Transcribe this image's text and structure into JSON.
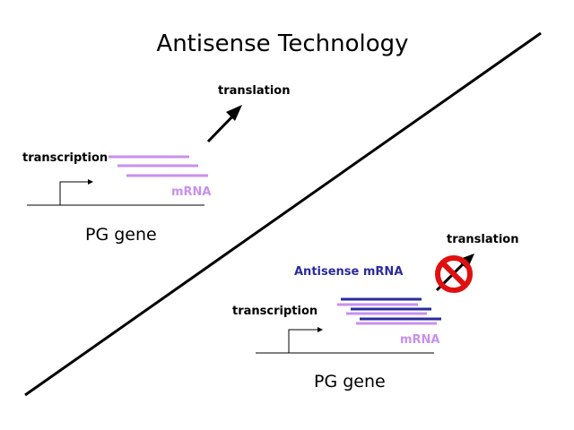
{
  "title": "Antisense Technology",
  "top_panel": {
    "transcription": "transcription",
    "translation": "translation",
    "mrna": "mRNA",
    "gene": "PG gene"
  },
  "bottom_panel": {
    "antisense_mrna": "Antisense mRNA",
    "transcription": "transcription",
    "translation": "translation",
    "mrna": "mRNA",
    "gene": "PG gene"
  },
  "colors": {
    "mrna": "#c890ee",
    "antisense": "#2b2b9e",
    "prohibit_red": "#e01010",
    "text": "#000000"
  },
  "icons": {
    "blocked": "no-sign-icon"
  }
}
